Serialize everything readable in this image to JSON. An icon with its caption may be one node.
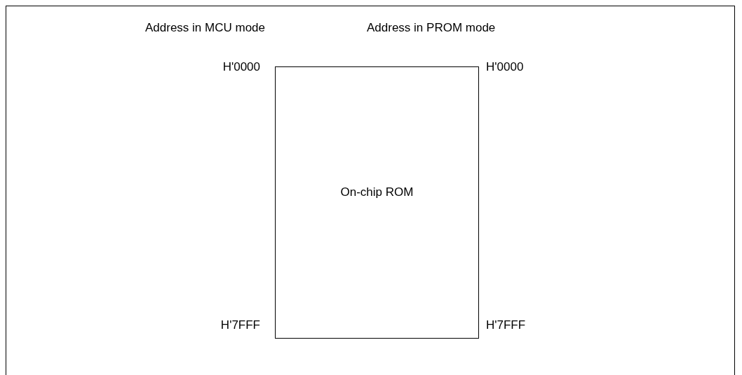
{
  "diagram": {
    "nodes": [
      {
        "text": [
          "On-chip ROM"
        ]
      }
    ],
    "labels": [
      "Address in MCU mode",
      "Address in PROM mode",
      "H'0000",
      "H'0000",
      "H'7FFF",
      "H'7FFF"
    ]
  }
}
